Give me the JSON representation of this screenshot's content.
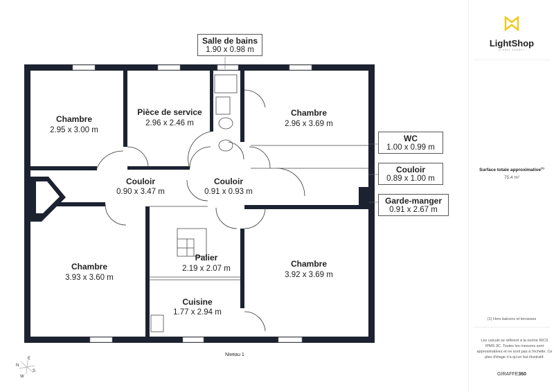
{
  "brand": {
    "logo_text": "LightShop",
    "logo_subtext": "GLOBAL AGENCY",
    "accent": "#f2c91c"
  },
  "surface": {
    "label": "Surface totale approximative",
    "footnote_mark": "(1)",
    "value": "75.4 m²"
  },
  "note_balconies": "(1) Hors balcons et terrasses",
  "disclaimer": "Les calculs se réfèrent à la norme RICS IPMS 3C. Toutes les mesures sont approximatives et ne sont pas à l'échelle. Ce plan d'étage n'a qu'un but illustratif.",
  "footer_brand": {
    "part1": "GIRAFFE",
    "part2": "360"
  },
  "level": "Niveau 1",
  "compass": {
    "n": "N",
    "e": "E",
    "s": "S",
    "w": "W"
  },
  "rooms": [
    {
      "name": "Chambre",
      "dims": "2.95 x 3.00 m"
    },
    {
      "name": "Pièce de service",
      "dims": "2.96 x 2.46 m"
    },
    {
      "name": "Chambre",
      "dims": "2.96 x 3.69 m"
    },
    {
      "name": "Couloir",
      "dims": "0.90 x 3.47 m"
    },
    {
      "name": "Couloir",
      "dims": "0.91 x 0.93 m"
    },
    {
      "name": "Chambre",
      "dims": "3.93 x 3.60 m"
    },
    {
      "name": "Palier",
      "dims": "2.19 x 2.07 m"
    },
    {
      "name": "Chambre",
      "dims": "3.92 x 3.69 m"
    },
    {
      "name": "Cuisine",
      "dims": "1.77 x 2.94 m"
    }
  ],
  "callouts": [
    {
      "name": "Salle de bains",
      "dims": "1.90 x 0.98 m"
    },
    {
      "name": "WC",
      "dims": "1.00 x 0.99 m"
    },
    {
      "name": "Couloir",
      "dims": "0.89 x 1.00 m"
    },
    {
      "name": "Garde-manger",
      "dims": "0.91 x 2.67 m"
    }
  ]
}
